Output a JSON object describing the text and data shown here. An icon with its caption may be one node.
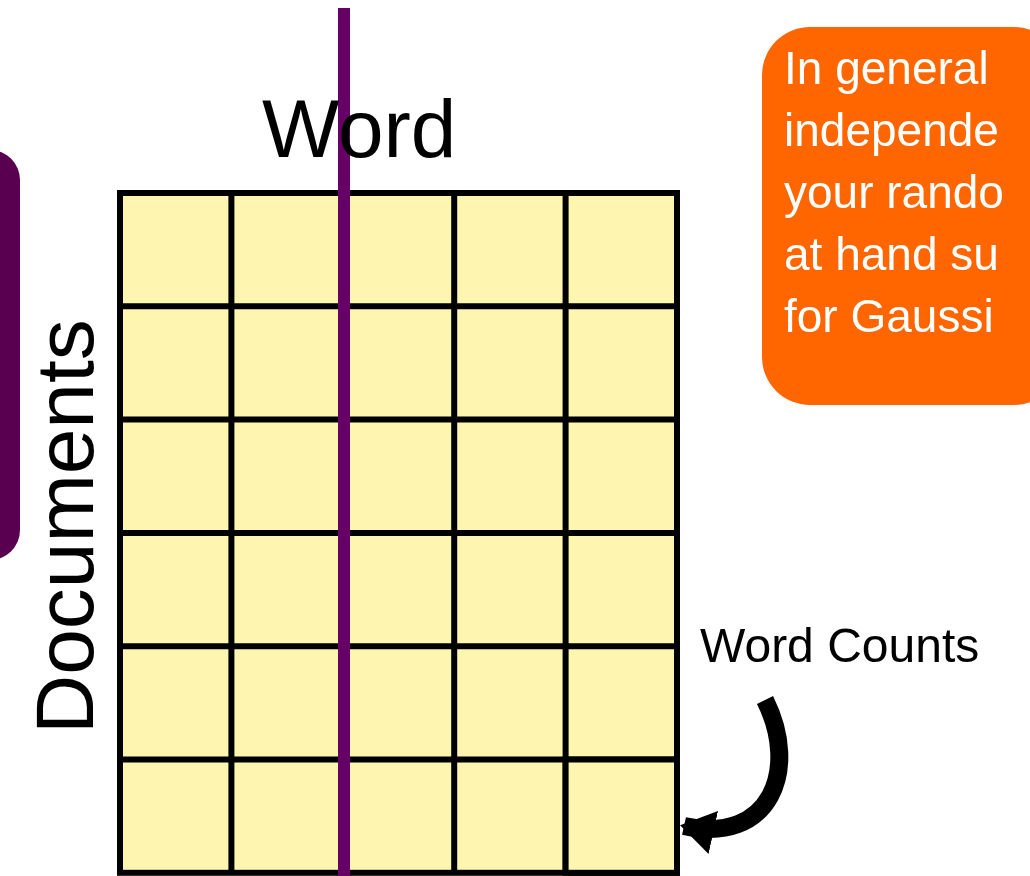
{
  "diagram": {
    "nodes": [
      {
        "text": [
          "Word Counts"
        ]
      },
      {
        "text": [],
        "shape": "box"
      },
      {
        "text": [
          "In general independe your rando at hand su for Gaussi"
        ]
      },
      {
        "text": [],
        "shape": "box"
      }
    ],
    "edges": [
      {
        "from": 0,
        "to": 1,
        "arrow": "to"
      }
    ],
    "labels": [
      "Word",
      "Documents"
    ]
  }
}
